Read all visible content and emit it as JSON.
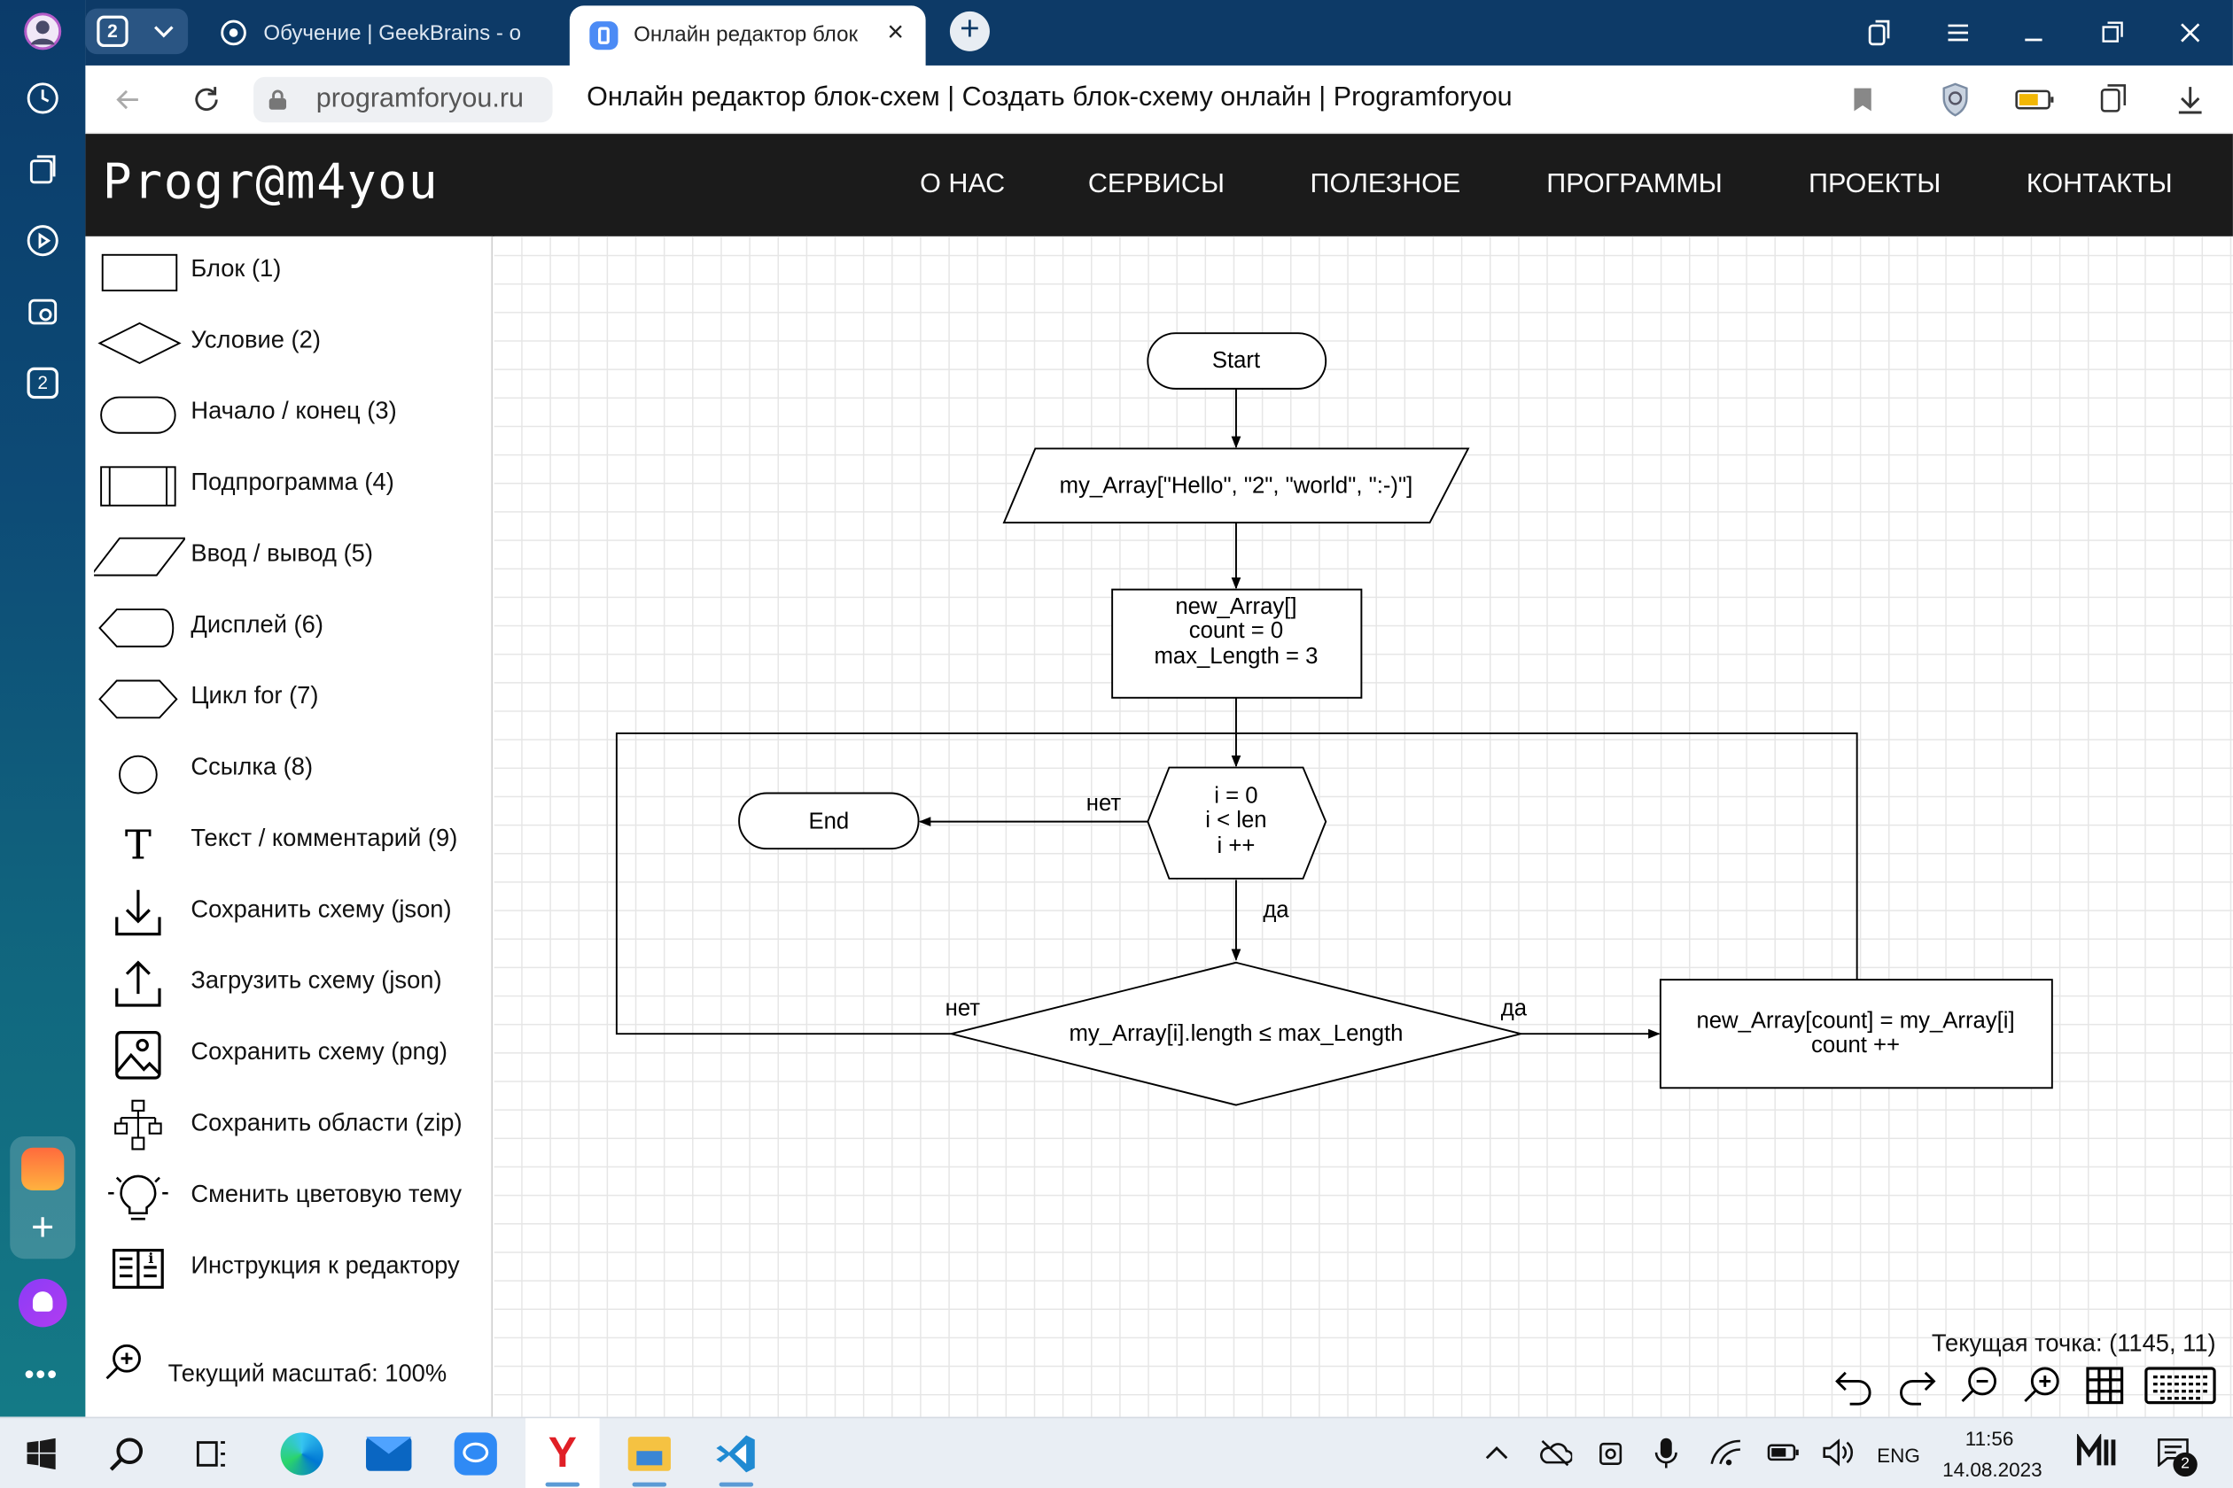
{
  "browser": {
    "tab_count": "2",
    "tabs": [
      {
        "title": "Обучение | GeekBrains - о"
      },
      {
        "title": "Онлайн редактор блок",
        "active": true
      }
    ],
    "address": {
      "domain": "programforyou.ru",
      "page_title": "Онлайн редактор блок-схем | Создать блок-схему онлайн | Programforyou"
    }
  },
  "rail": {
    "badge": "2"
  },
  "site": {
    "logo": "Progr@m4you",
    "nav": [
      "О НАС",
      "СЕРВИСЫ",
      "ПОЛЕЗНОЕ",
      "ПРОГРАММЫ",
      "ПРОЕКТЫ",
      "КОНТАКТЫ"
    ]
  },
  "sidebar": {
    "items": [
      {
        "label": "Блок (1)",
        "icon": "process-block-icon"
      },
      {
        "label": "Условие (2)",
        "icon": "decision-diamond-icon"
      },
      {
        "label": "Начало / конец (3)",
        "icon": "terminator-icon"
      },
      {
        "label": "Подпрограмма (4)",
        "icon": "subroutine-icon"
      },
      {
        "label": "Ввод / вывод (5)",
        "icon": "io-parallelogram-icon"
      },
      {
        "label": "Дисплей (6)",
        "icon": "display-icon"
      },
      {
        "label": "Цикл for (7)",
        "icon": "loop-hexagon-icon"
      },
      {
        "label": "Ссылка (8)",
        "icon": "connector-circle-icon"
      },
      {
        "label": "Текст / комментарий (9)",
        "icon": "text-icon"
      },
      {
        "label": "Сохранить схему (json)",
        "icon": "download-icon"
      },
      {
        "label": "Загрузить схему (json)",
        "icon": "upload-icon"
      },
      {
        "label": "Сохранить схему (png)",
        "icon": "image-icon"
      },
      {
        "label": "Сохранить области (zip)",
        "icon": "hierarchy-icon"
      },
      {
        "label": "Сменить цветовую тему",
        "icon": "lightbulb-icon"
      },
      {
        "label": "Инструкция к редактору",
        "icon": "book-icon"
      }
    ],
    "zoom_label": "Текущий масштаб: 100%"
  },
  "flowchart": {
    "start": "Start",
    "input": "my_Array[\"Hello\", \"2\", \"world\", \":-)\"]",
    "init": [
      "new_Array[]",
      "count = 0",
      "max_Length = 3"
    ],
    "loop": [
      "i = 0",
      "i < len",
      "i ++"
    ],
    "end": "End",
    "cond": "my_Array[i].length ≤ max_Length",
    "assign": [
      "new_Array[count] = my_Array[i]",
      "count ++"
    ],
    "labels": {
      "loop_no": "нет",
      "loop_yes": "да",
      "cond_no": "нет",
      "cond_yes": "да"
    }
  },
  "status": {
    "point": "Текущая точка: (1145, 11)"
  },
  "taskbar": {
    "lang": "ENG",
    "time": "11:56",
    "date": "14.08.2023",
    "notif_count": "2"
  },
  "colors": {
    "tabstrip": "#0d3a67",
    "site_header": "#1b1b1b",
    "taskbar": "#e9eef4"
  }
}
